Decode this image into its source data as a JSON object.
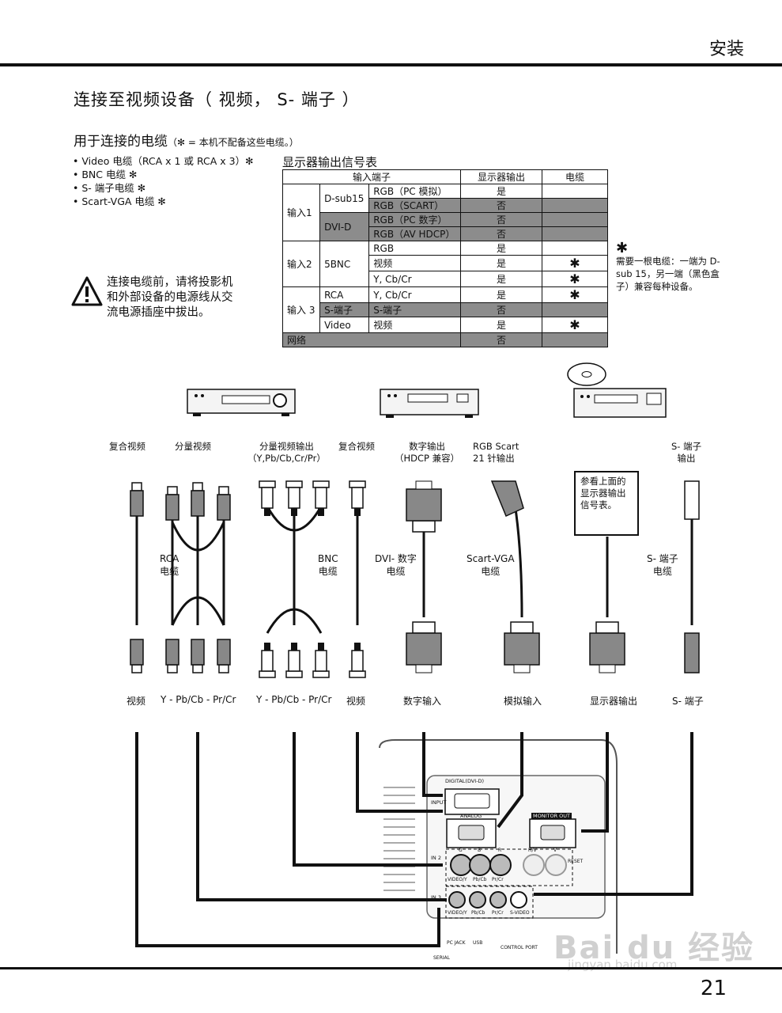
{
  "header": {
    "section": "安装"
  },
  "title": "连接至视频设备（ 视频， S- 端子 ）",
  "cables_heading": {
    "main": "用于连接的电缆",
    "note": "（✻ = 本机不配备这些电缆。）"
  },
  "cables": [
    "Video 电缆（RCA x 1 或 RCA x 3）✻",
    "BNC 电缆 ✻",
    "S- 端子电缆 ✻",
    "Scart-VGA 电缆 ✻"
  ],
  "table": {
    "title": "显示器输出信号表",
    "headers": [
      "输入端子",
      "显示器输出",
      "电缆"
    ],
    "groups": {
      "input1": "输入1",
      "input2": "输入2",
      "input3": "输入 3",
      "network": "网络"
    },
    "sub": {
      "dsub15": "D-sub15",
      "dvid": "DVI-D",
      "bnc": "5BNC",
      "rca": "RCA",
      "sterm": "S-端子",
      "video": "Video"
    },
    "rows": [
      {
        "signal": "RGB（PC 模拟）",
        "out": "是",
        "cable": ""
      },
      {
        "signal": "RGB（SCART）",
        "out": "否",
        "cable": ""
      },
      {
        "signal": "RGB（PC 数字）",
        "out": "否",
        "cable": ""
      },
      {
        "signal": "RGB（AV HDCP）",
        "out": "否",
        "cable": ""
      },
      {
        "signal": "RGB",
        "out": "是",
        "cable": ""
      },
      {
        "signal": "视频",
        "out": "是",
        "cable": "✱"
      },
      {
        "signal": "Y, Cb/Cr",
        "out": "是",
        "cable": "✱"
      },
      {
        "signal": "Y, Cb/Cr",
        "out": "是",
        "cable": "✱"
      },
      {
        "signal": "S-端子",
        "out": "否",
        "cable": ""
      },
      {
        "signal": "视频",
        "out": "是",
        "cable": "✱"
      }
    ],
    "network_out": "否"
  },
  "side_note": {
    "star": "✱",
    "text": "需要一根电缆：一端为 D-sub 15，另一端（黑色盒子）兼容每种设备。"
  },
  "warning": "连接电缆前，请将投影机和外部设备的电源线从交流电源插座中拔出。",
  "device_labels": [
    "复合视频",
    "分量视频",
    "分量视频输出\n（Y,Pb/Cb,Cr/Pr）",
    "复合视频",
    "数字输出\n（HDCP 兼容）",
    "RGB Scart\n21 针输出",
    "S- 端子\n输出"
  ],
  "cable_labels": [
    "RCA\n电缆",
    "BNC\n电缆",
    "DVI- 数字\n电缆",
    "Scart-VGA\n电缆",
    "S- 端子\n电缆"
  ],
  "ref_box": "参看上面的显示器输出信号表。",
  "bottom_labels": [
    "视频",
    "Y - Pb/Cb - Pr/Cr",
    "Y - Pb/Cb - Pr/Cr",
    "视频",
    "数字输入",
    "模拟输入",
    "显示器输出",
    "S- 端子"
  ],
  "panel": {
    "digital": "DIGITAL(DVI-D)",
    "analog": "ANALOG",
    "monitor_out": "MONITOR OUT",
    "input": "INPUT",
    "in2": "IN 2",
    "in3": "IN 3",
    "g": "G",
    "b": "B",
    "r": "R",
    "hv": "H/V",
    "v": "V",
    "video_y": "VIDEO/Y",
    "pbcb": "Pb/Cb",
    "prcr": "Pr/Cr",
    "svideo": "S-VIDEO",
    "pcjack": "PC JACK",
    "usb": "USB",
    "control": "CONTROL PORT",
    "reset": "RESET",
    "serial": "SERIAL"
  },
  "watermark": {
    "brand": "Bai du 经验",
    "url": "jingyan.baidu.com"
  },
  "page_number": "21"
}
